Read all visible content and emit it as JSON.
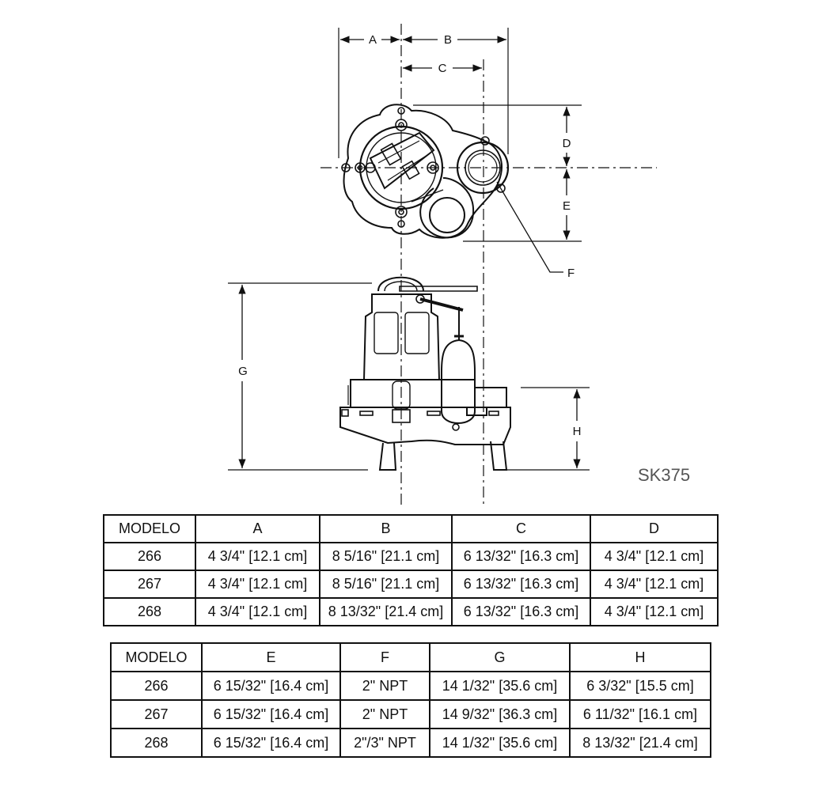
{
  "diagram": {
    "labels": {
      "A": "A",
      "B": "B",
      "C": "C",
      "D": "D",
      "E": "E",
      "F": "F",
      "G": "G",
      "H": "H"
    },
    "model_code": "SK375"
  },
  "table1": {
    "headers": [
      "MODELO",
      "A",
      "B",
      "C",
      "D"
    ],
    "rows": [
      [
        "266",
        "4 3/4\" [12.1 cm]",
        "8 5/16\" [21.1 cm]",
        "6 13/32\" [16.3 cm]",
        "4 3/4\" [12.1 cm]"
      ],
      [
        "267",
        "4 3/4\" [12.1 cm]",
        "8 5/16\" [21.1 cm]",
        "6 13/32\" [16.3 cm]",
        "4 3/4\" [12.1 cm]"
      ],
      [
        "268",
        "4 3/4\" [12.1 cm]",
        "8 13/32\" [21.4 cm]",
        "6 13/32\" [16.3 cm]",
        "4 3/4\" [12.1 cm]"
      ]
    ]
  },
  "table2": {
    "headers": [
      "MODELO",
      "E",
      "F",
      "G",
      "H"
    ],
    "rows": [
      [
        "266",
        "6 15/32\" [16.4 cm]",
        "2\" NPT",
        "14 1/32\" [35.6 cm]",
        "6 3/32\" [15.5 cm]"
      ],
      [
        "267",
        "6 15/32\" [16.4 cm]",
        "2\" NPT",
        "14 9/32\" [36.3 cm]",
        "6 11/32\" [16.1 cm]"
      ],
      [
        "268",
        "6 15/32\" [16.4 cm]",
        "2\"/3\" NPT",
        "14 1/32\" [35.6 cm]",
        "8 13/32\" [21.4 cm]"
      ]
    ]
  }
}
